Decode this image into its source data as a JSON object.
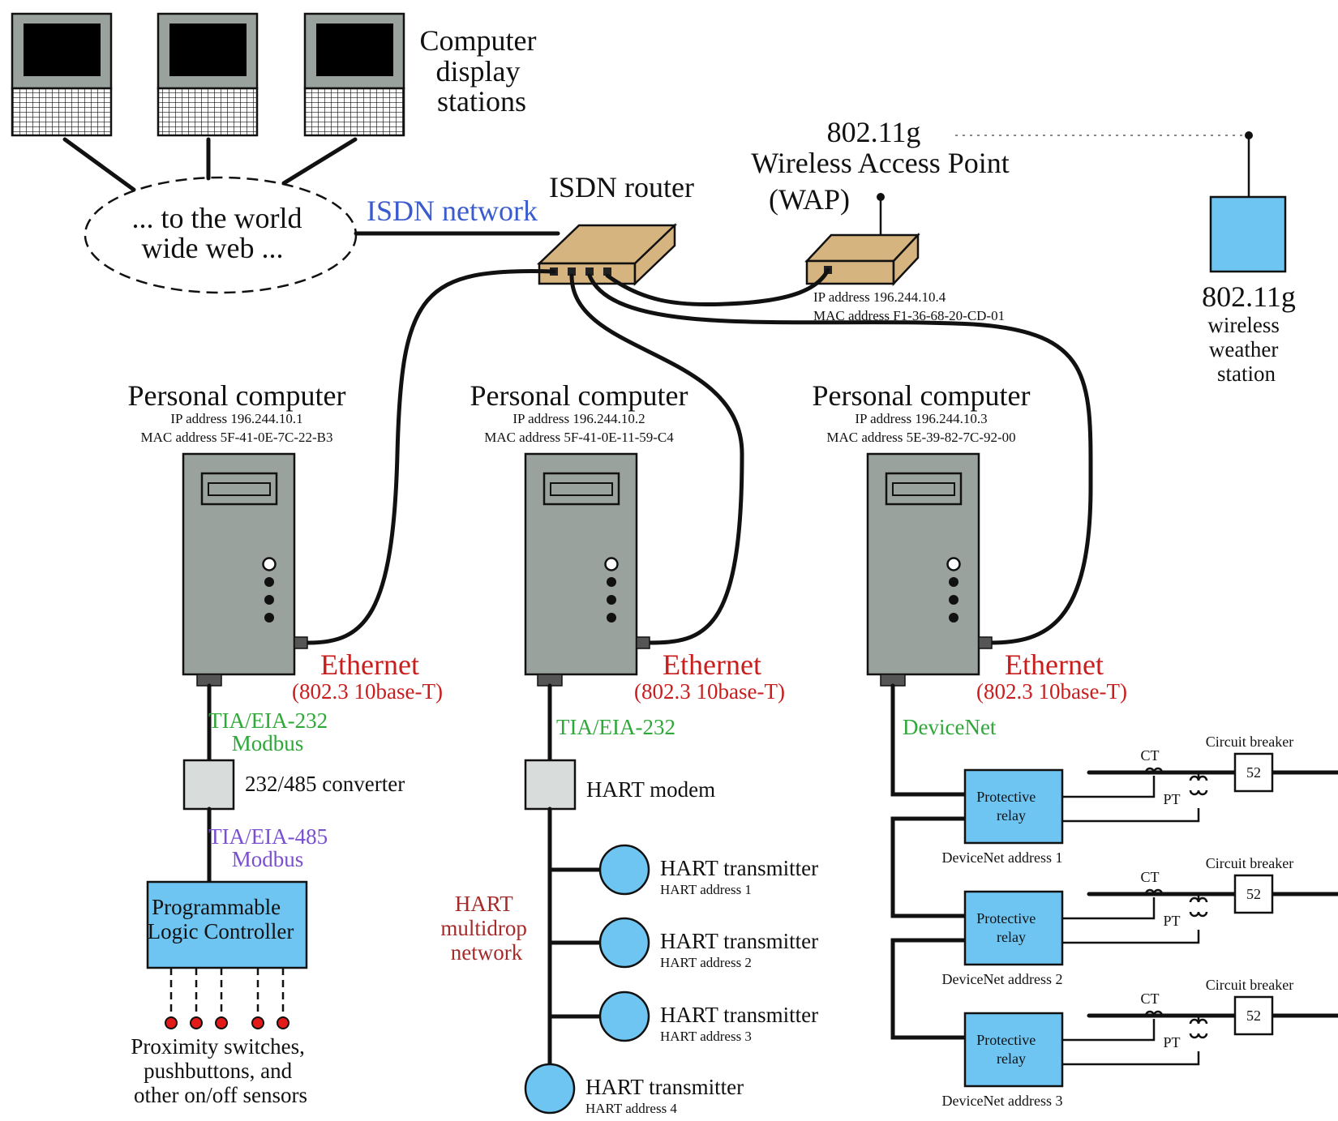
{
  "top": {
    "display_stations_label": [
      "Computer",
      "display",
      "stations"
    ],
    "cloud_text": [
      "... to the world",
      "wide web ..."
    ],
    "isdn_network": "ISDN network",
    "isdn_router": "ISDN router"
  },
  "wap": {
    "title": [
      "802.11g",
      "Wireless Access Point",
      "(WAP)"
    ],
    "ip": "IP address 196.244.10.4",
    "mac": "MAC address F1-36-68-20-CD-01"
  },
  "weather": {
    "title": "802.11g",
    "lines": [
      "wireless",
      "weather",
      "station"
    ]
  },
  "pcs": [
    {
      "title": "Personal computer",
      "ip": "IP address 196.244.10.1",
      "mac": "MAC address 5F-41-0E-7C-22-B3",
      "ethernet": "Ethernet",
      "ethernet_sub": "(802.3 10base-T)"
    },
    {
      "title": "Personal computer",
      "ip": "IP address 196.244.10.2",
      "mac": "MAC address 5F-41-0E-11-59-C4",
      "ethernet": "Ethernet",
      "ethernet_sub": "(802.3 10base-T)"
    },
    {
      "title": "Personal computer",
      "ip": "IP address 196.244.10.3",
      "mac": "MAC address 5E-39-82-7C-92-00",
      "ethernet": "Ethernet",
      "ethernet_sub": "(802.3 10base-T)"
    }
  ],
  "left": {
    "link1": [
      "TIA/EIA-232",
      "Modbus"
    ],
    "converter": "232/485 converter",
    "link2": [
      "TIA/EIA-485",
      "Modbus"
    ],
    "plc": [
      "Programmable",
      "Logic Controller"
    ],
    "sensors": [
      "Proximity switches,",
      "pushbuttons, and",
      "other on/off sensors"
    ]
  },
  "middle": {
    "link": "TIA/EIA-232",
    "modem": "HART modem",
    "network": [
      "HART",
      "multidrop",
      "network"
    ],
    "transmitters": [
      {
        "name": "HART transmitter",
        "address": "HART address 1"
      },
      {
        "name": "HART transmitter",
        "address": "HART address 2"
      },
      {
        "name": "HART transmitter",
        "address": "HART address 3"
      },
      {
        "name": "HART transmitter",
        "address": "HART address 4"
      }
    ]
  },
  "right": {
    "link": "DeviceNet",
    "relays": [
      {
        "label": [
          "Protective",
          "relay"
        ],
        "address": "DeviceNet address 1",
        "breaker_label": "Circuit breaker",
        "breaker_num": "52",
        "ct": "CT",
        "pt": "PT"
      },
      {
        "label": [
          "Protective",
          "relay"
        ],
        "address": "DeviceNet address 2",
        "breaker_label": "Circuit breaker",
        "breaker_num": "52",
        "ct": "CT",
        "pt": "PT"
      },
      {
        "label": [
          "Protective",
          "relay"
        ],
        "address": "DeviceNet address 3",
        "breaker_label": "Circuit breaker",
        "breaker_num": "52",
        "ct": "CT",
        "pt": "PT"
      }
    ]
  }
}
